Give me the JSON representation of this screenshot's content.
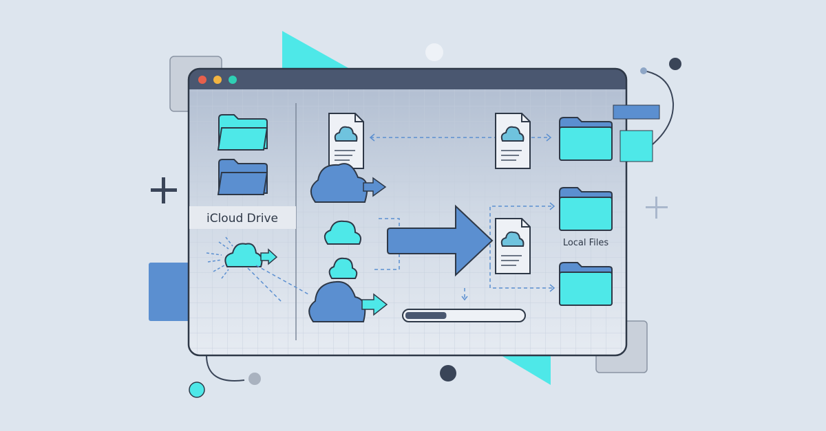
{
  "window": {
    "sidebar_label": "iCloud Drive",
    "destination_label": "Local Files",
    "progress_percent": 35
  },
  "colors": {
    "background": "#dde5ee",
    "titlebar": "#4a5770",
    "cyan": "#4ee8e8",
    "blue": "#5b8fd0",
    "outline": "#2e3847",
    "close": "#e8604c",
    "minimize": "#f2b441",
    "maximize": "#2fcfb4"
  },
  "icons": [
    "folder-icon",
    "document-cloud-icon",
    "cloud-upload-icon",
    "arrow-right-icon",
    "plus-icon"
  ]
}
